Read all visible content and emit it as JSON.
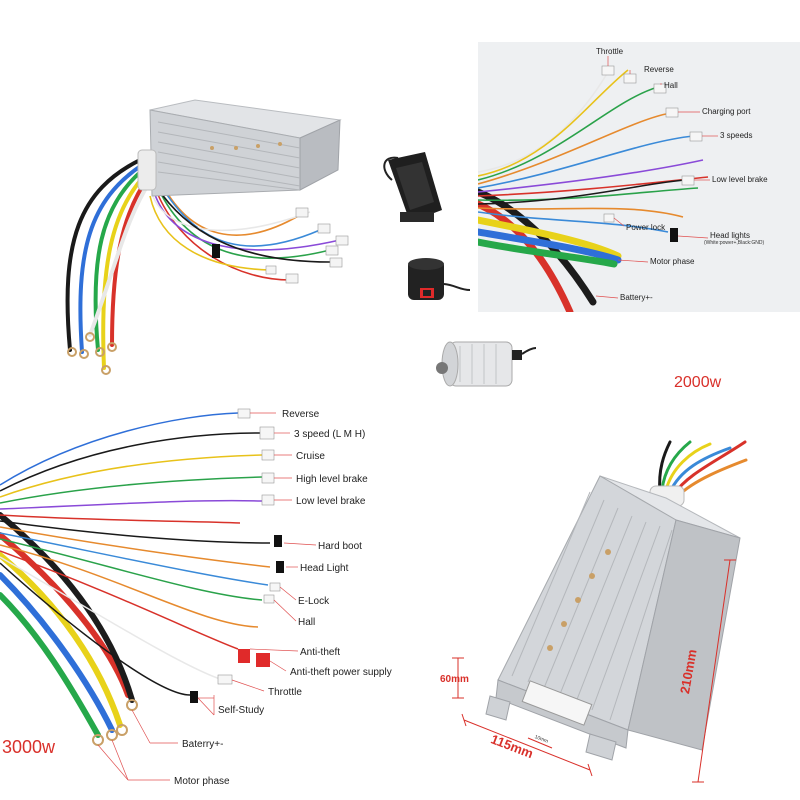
{
  "wiring_2000": {
    "labels": [
      "Throttle",
      "Reverse",
      "Hall",
      "Charging port",
      "3 speeds",
      "Low level brake",
      "Power lock",
      "Head lights",
      "(White:power+,Black:GND)",
      "Motor phase",
      "Battery+-"
    ]
  },
  "wiring_3000": {
    "labels": [
      "Reverse",
      "3 speed (L M H)",
      "Cruise",
      "High level brake",
      "Low level brake",
      "Hard boot",
      "Head Light",
      "E-Lock",
      "Hall",
      "Anti-theft",
      "Anti-theft power  supply",
      "Throttle",
      "Self-Study",
      "Baterry+-",
      "Motor phase"
    ]
  },
  "wattage": {
    "w2000": "2000w",
    "w3000": "3000w"
  },
  "dimensions": {
    "height": "60mm",
    "width": "115mm",
    "length": "210mm",
    "small": "10mm"
  },
  "colors": {
    "accent": "#d9302a",
    "housing": "#c9ccd0",
    "label_line": "#e05050"
  }
}
